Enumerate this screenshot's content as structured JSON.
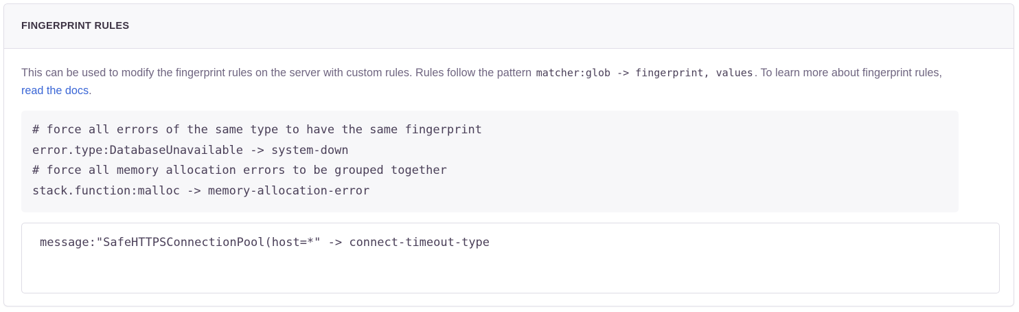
{
  "panel": {
    "title": "FINGERPRINT RULES",
    "description": {
      "text_before_code": "This can be used to modify the fingerprint rules on the server with custom rules. Rules follow the pattern ",
      "inline_code": "matcher:glob -> fingerprint, values",
      "text_after_code": ". To learn more about fingerprint rules, ",
      "link_label": "read the docs",
      "text_end": "."
    },
    "example_code": "# force all errors of the same type to have the same fingerprint\nerror.type:DatabaseUnavailable -> system-down\n# force all memory allocation errors to be grouped together\nstack.function:malloc -> memory-allocation-error",
    "rules_field": {
      "value": "message:\"SafeHTTPSConnectionPool(host=*\" -> connect-timeout-type",
      "placeholder": "matcher:glob -> fingerprint, values"
    }
  },
  "colors": {
    "link": "#3A66D6",
    "title": "#3B3142",
    "body_text": "#6F6580",
    "code_text": "#4A3F58",
    "code_bg": "#F7F7F9",
    "panel_border": "#E1DFE8",
    "header_bg": "#F8F8FA"
  }
}
